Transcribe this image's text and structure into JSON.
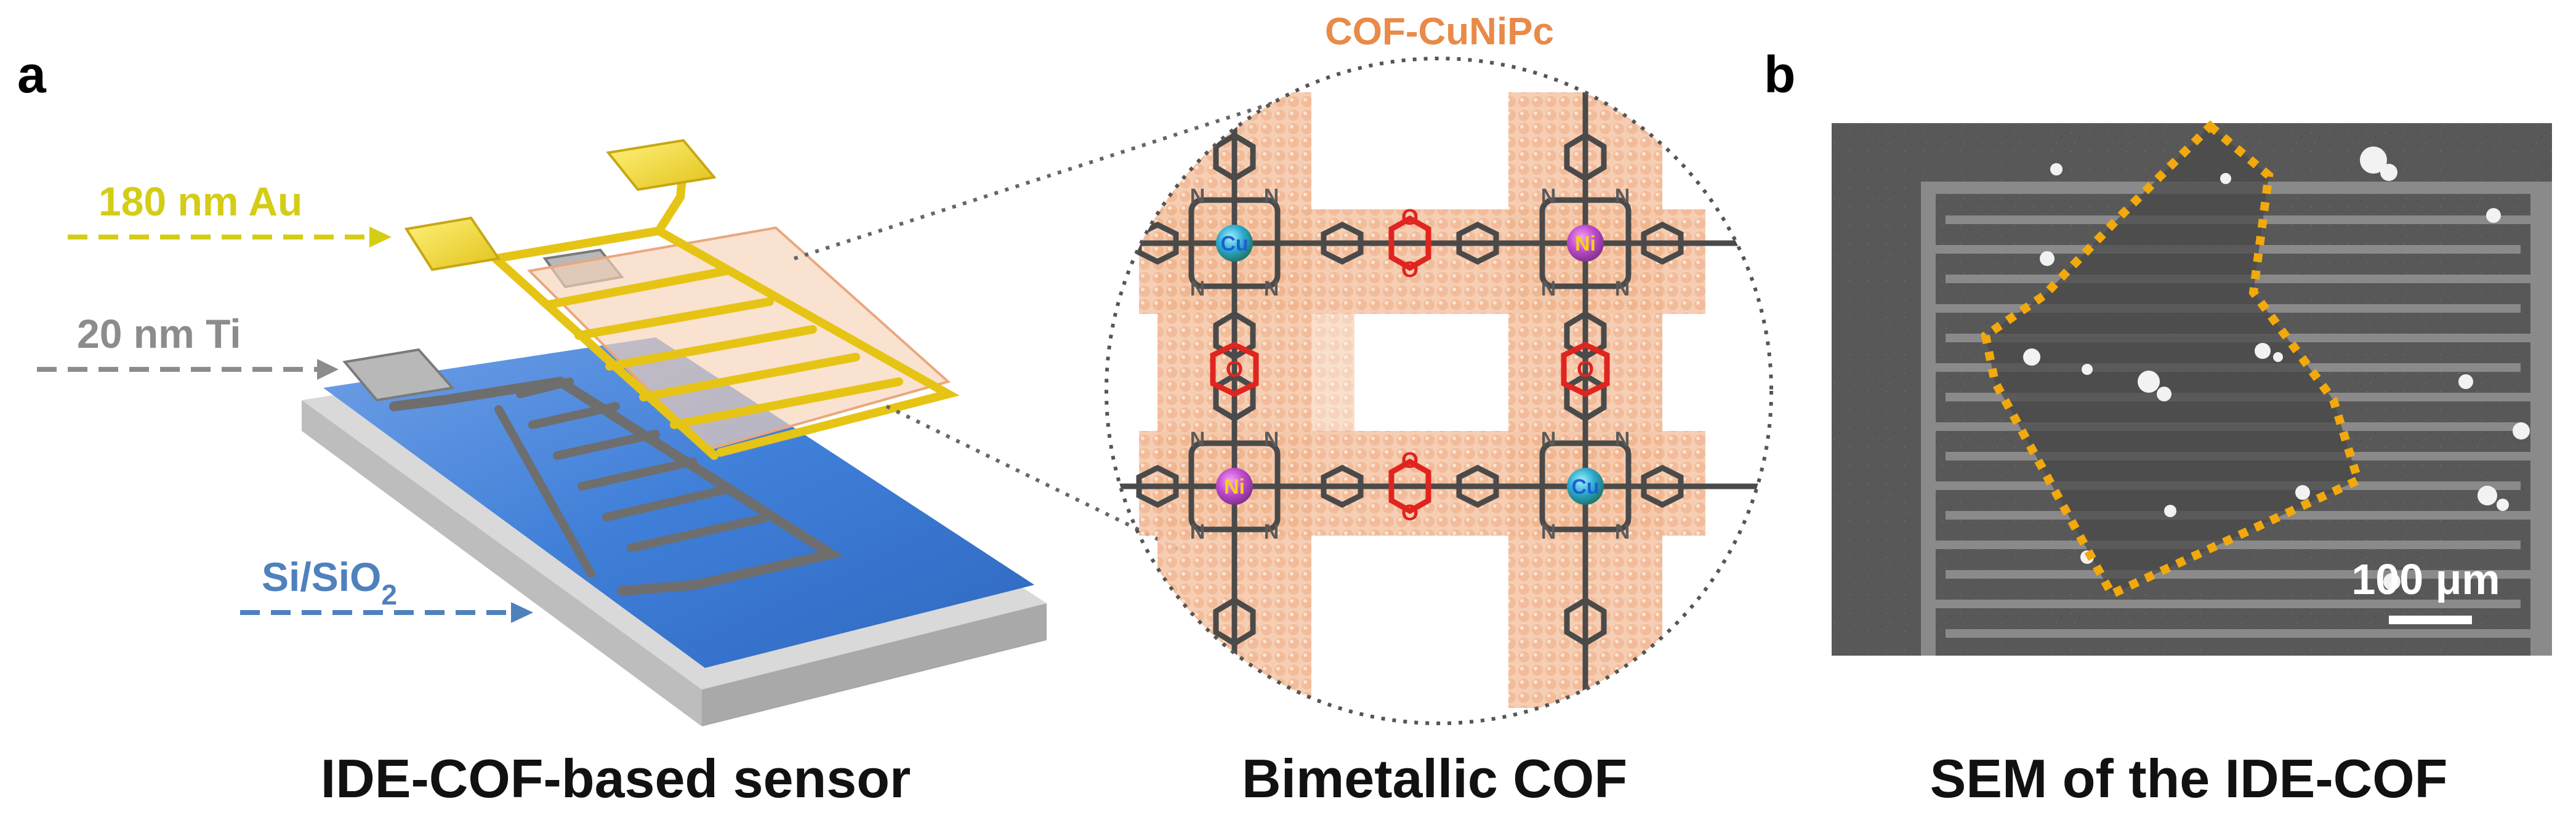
{
  "panels": {
    "a_letter": "a",
    "b_letter": "b"
  },
  "panel_a": {
    "labels": {
      "gold": "180 nm Au",
      "titanium": "20 nm Ti",
      "substrate_main": "Si/SiO",
      "substrate_sub": "2"
    },
    "caption_sensor": "IDE-COF-based sensor",
    "caption_cof": "Bimetallic COF",
    "cof_title": "COF-CuNiPc",
    "metals": {
      "top_left": "Cu",
      "top_right": "Ni",
      "bottom_left": "Ni",
      "bottom_right": "Cu"
    },
    "atom_label": "N",
    "oxygen_label": "O"
  },
  "panel_b": {
    "caption": "SEM of the IDE-COF",
    "scale_bar": "100 μm"
  },
  "colors": {
    "gold_label": "#d4cd16",
    "ti_label": "#8c8c8c",
    "si_label": "#4f81bd",
    "cof_title": "#e98a48",
    "outline_dots": "#f2a90c",
    "cu": "#1d5fd0",
    "ni": "#d6b31c"
  }
}
